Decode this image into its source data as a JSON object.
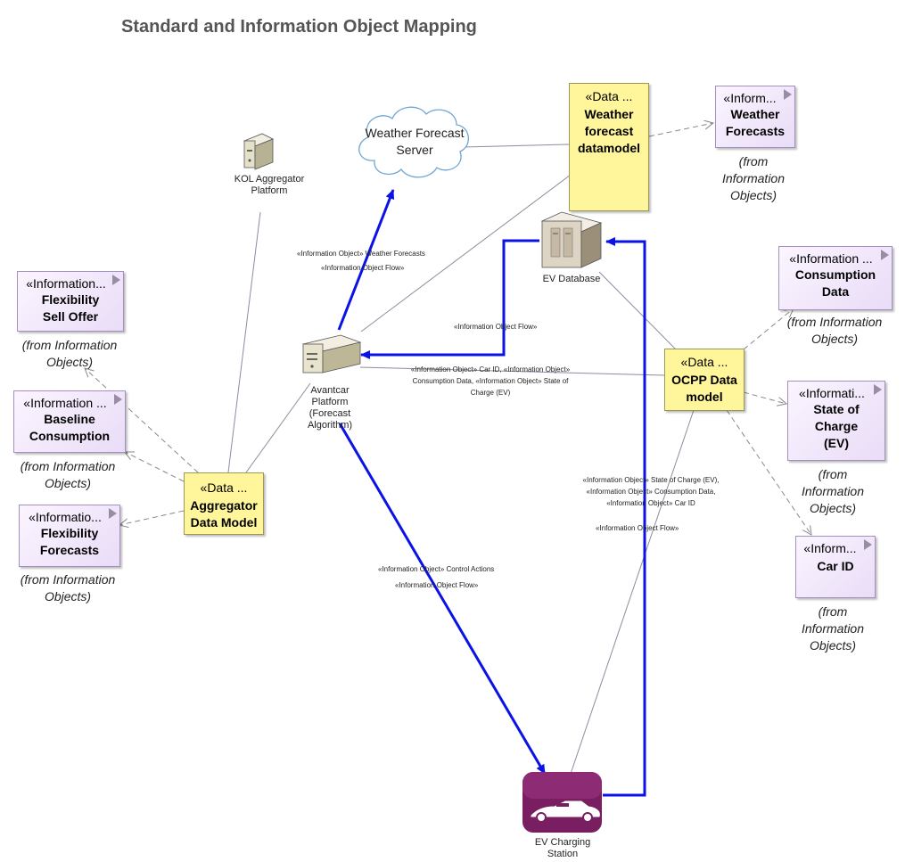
{
  "title": "Standard and Information Object Mapping",
  "nodes": {
    "kol": {
      "label": "KOL Aggregator Platform"
    },
    "cloud": {
      "label": "Weather Forecast Server"
    },
    "ev_db": {
      "label": "EV Database"
    },
    "avantcar": {
      "label": "Avantcar Platform (Forecast Algorithm)"
    },
    "charging": {
      "label": "EV Charging Station"
    },
    "weather_dm": {
      "stereotype": "«Data ...",
      "name": "Weather forecast datamodel"
    },
    "aggregator_dm": {
      "stereotype": "«Data ...",
      "name": "Aggregator Data Model"
    },
    "ocpp_dm": {
      "stereotype": "«Data ...",
      "name": "OCPP Data model"
    },
    "weather_fc": {
      "stereotype": "«Inform...",
      "name": "Weather Forecasts",
      "from": "(from Information Objects)"
    },
    "flex_sell": {
      "stereotype": "«Information...",
      "name": "Flexibility Sell Offer",
      "from": "(from Information Objects)"
    },
    "baseline": {
      "stereotype": "«Information ...",
      "name": "Baseline Consumption",
      "from": "(from Information Objects)"
    },
    "flex_fc": {
      "stereotype": "«Informatio...",
      "name": "Flexibility Forecasts",
      "from": "(from Information Objects)"
    },
    "consumption": {
      "stereotype": "«Information ...",
      "name": "Consumption Data",
      "from": "(from Information Objects)"
    },
    "soc": {
      "stereotype": "«Informati...",
      "name": "State of Charge (EV)",
      "from": "(from Information Objects)"
    },
    "carid": {
      "stereotype": "«Inform...",
      "name": "Car ID",
      "from": "(from Information Objects)"
    }
  },
  "edge_labels": {
    "weather_obj": "«Information Object» Weather Forecasts",
    "weather_flow": "«Information Object Flow»",
    "db_flow": "«Information Object Flow»",
    "ocpp_obj": "«Information Object» Car ID, «Information Object» Consumption Data, «Information Object» State of Charge (EV)",
    "station_obj": "«Information Object» State of Charge (EV), «Information Object» Consumption Data, «Information Object» Car ID",
    "station_flow": "«Information Object Flow»",
    "control_obj": "«Information Object» Control Actions",
    "control_flow": "«Information Object Flow»"
  },
  "colors": {
    "flow": "#0a12e6",
    "info_fill": "#eadff7",
    "data_fill": "#fff59a",
    "station": "#7a1e62"
  }
}
